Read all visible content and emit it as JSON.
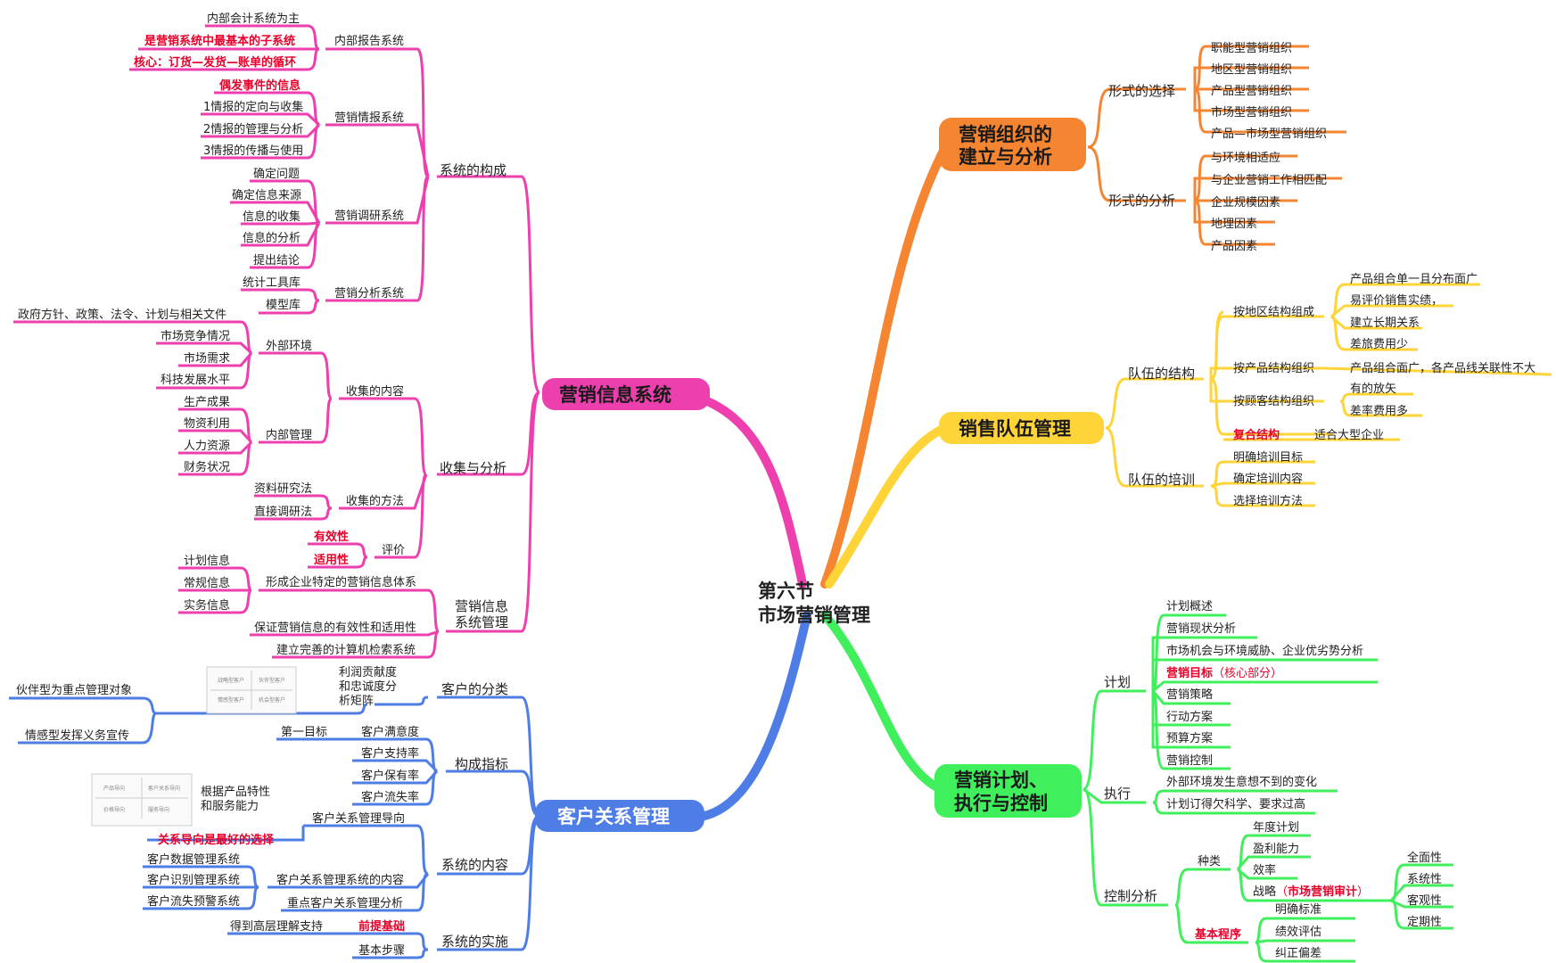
{
  "center": {
    "line1": "第六节",
    "line2": "市场营销管理"
  },
  "colors": {
    "pink": "#ee3fae",
    "orange": "#f58531",
    "yellow": "#ffd438",
    "green": "#3ff05c",
    "blue": "#4f7de6",
    "red": "#e8002a"
  },
  "orange": {
    "topic1": "营销组织的",
    "topic2": "建立与分析",
    "b1": "形式的选择",
    "b2": "形式的分析",
    "b1_items": [
      "职能型营销组织",
      "地区型营销组织",
      "产品型营销组织",
      "市场型营销组织",
      "产品—市场型营销组织"
    ],
    "b2_items": [
      "与环境相适应",
      "与企业营销工作相匹配",
      "企业规模因素",
      "地理因素",
      "产品因素"
    ]
  },
  "yellow": {
    "topic": "销售队伍管理",
    "b1": "队伍的结构",
    "b2": "队伍的培训",
    "s_region": "按地区结构组成",
    "region_items": [
      "产品组合单一且分布面广",
      "易评价销售实绩，",
      "建立长期关系",
      "差旅费用少"
    ],
    "s_product": "按产品结构组织",
    "product_item": "产品组合面广，各产品线关联性不大",
    "s_customer": "按顾客结构组织",
    "customer_items": [
      "有的放矢",
      "差率费用多"
    ],
    "s_compound": "复合结构",
    "compound_item": "适合大型企业",
    "train_items": [
      "明确培训目标",
      "确定培训内容",
      "选择培训方法"
    ]
  },
  "green": {
    "topic1": "营销计划、",
    "topic2": "执行与控制",
    "b_plan": "计划",
    "b_exec": "执行",
    "b_ctrl": "控制分析",
    "plan_items": [
      "计划概述",
      "营销现状分析",
      "市场机会与环境威胁、企业优劣势分析",
      "营销目标",
      "营销策略",
      "行动方案",
      "预算方案",
      "营销控制"
    ],
    "plan_goal_note": "（核心部分）",
    "exec_items": [
      "外部环境发生意想不到的变化",
      "计划订得欠科学、要求过高"
    ],
    "s_kind": "种类",
    "kind_items": [
      "年度计划",
      "盈利能力",
      "效率",
      "战略"
    ],
    "strategy_paren_open": "（",
    "strategy_note": "市场营销审计",
    "strategy_paren_close": "）",
    "audit_items": [
      "全面性",
      "系统性",
      "客观性",
      "定期性"
    ],
    "s_proc": "基本程序",
    "proc_items": [
      "明确标准",
      "绩效评估",
      "纠正偏差"
    ]
  },
  "pink": {
    "topic": "营销信息系统",
    "b_compose": "系统的构成",
    "b_collect": "收集与分析",
    "b_manage1": "营销信息",
    "b_manage2": "系统管理",
    "internal_report": "内部报告系统",
    "internal_report_items": [
      "内部会计系统为主",
      "是营销系统中最基本的子系统",
      "核心：订货—发货—账单的循环"
    ],
    "intel": "营销情报系统",
    "intel_items": [
      "偶发事件的信息",
      "1情报的定向与收集",
      "2情报的管理与分析",
      "3情报的传播与使用"
    ],
    "research": "营销调研系统",
    "research_items": [
      "确定问题",
      "确定信息来源",
      "信息的收集",
      "信息的分析",
      "提出结论"
    ],
    "analysis": "营销分析系统",
    "analysis_items": [
      "统计工具库",
      "模型库"
    ],
    "collect_content": "收集的内容",
    "external": "外部环境",
    "external_items": [
      "政府方针、政策、法令、计划与相关文件",
      "市场竞争情况",
      "市场需求",
      "科技发展水平"
    ],
    "internal": "内部管理",
    "internal_items": [
      "生产成果",
      "物资利用",
      "人力资源",
      "财务状况"
    ],
    "method": "收集的方法",
    "method_items": [
      "资料研究法",
      "直接调研法"
    ],
    "evaluate": "评价",
    "evaluate_items": [
      "有效性",
      "适用性"
    ],
    "form_system": "形成企业特定的营销信息体系",
    "form_items": [
      "计划信息",
      "常规信息",
      "实务信息"
    ],
    "ensure": "保证营销信息的有效性和适用性",
    "build": "建立完善的计算机检索系统"
  },
  "blue": {
    "topic": "客户关系管理",
    "b_classify": "客户的分类",
    "b_index": "构成指标",
    "b_content": "系统的内容",
    "b_impl": "系统的实施",
    "matrix1": "利润贡献度",
    "matrix2": "和忠诚度分",
    "matrix3": "析矩阵",
    "classify_items": [
      "伙伴型为重点管理对象",
      "情感型发挥义务宣传"
    ],
    "thumb1": [
      "战略型客户",
      "伙伴型客户",
      "情感型客户",
      "机会型客户"
    ],
    "first_goal": "第一目标",
    "index_items": [
      "客户满意度",
      "客户支持率",
      "客户保有率",
      "客户流失率"
    ],
    "product_char1": "根据产品特性",
    "product_char2": "和服务能力",
    "thumb2": [
      "产品导向",
      "客户关系导向",
      "价格导向",
      "服务导向"
    ],
    "crm_orient": "客户关系管理导向",
    "crm_best": "关系导向是最好的选择",
    "crm_system": "客户关系管理系统的内容",
    "crm_system_items": [
      "客户数据管理系统",
      "客户识别管理系统",
      "客户流失预警系统"
    ],
    "key_customer": "重点客户关系管理分析",
    "impl_support": "得到高层理解支持",
    "impl_prereq": "前提基础",
    "impl_steps": "基本步骤"
  }
}
